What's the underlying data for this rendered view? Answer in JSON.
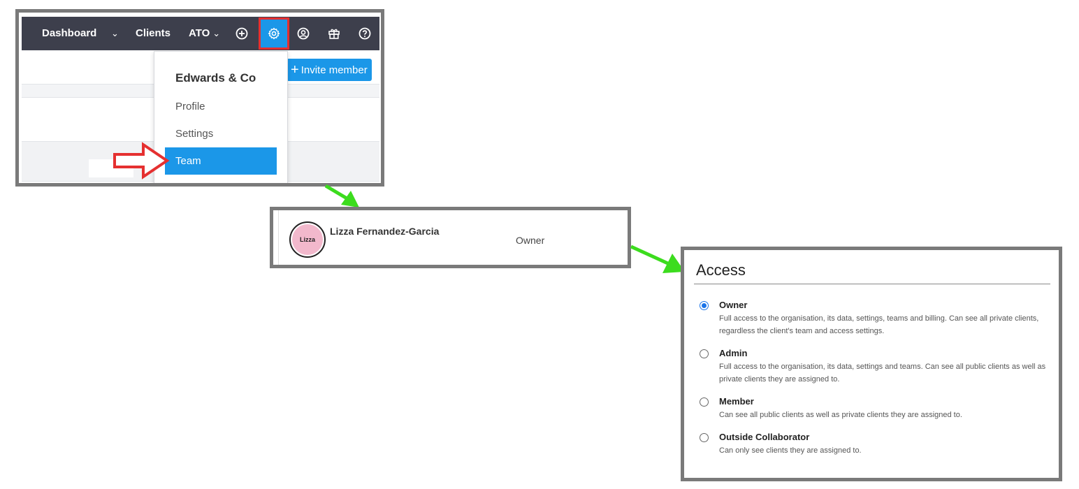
{
  "navbar": {
    "dashboard_label": "Dashboard",
    "dashboard_chevron": "⌄",
    "clients_label": "Clients",
    "ato_label": "ATO",
    "ato_chevron": "⌄",
    "icons": [
      "add-circle-icon",
      "gear-icon",
      "user-circle-icon",
      "gift-icon",
      "help-circle-icon"
    ],
    "accent_color": "#1b97e8",
    "bar_color": "#3d3f4c"
  },
  "invite": {
    "plus": "+",
    "label": "Invite member"
  },
  "dropdown": {
    "org_name": "Edwards & Co",
    "items": [
      {
        "label": "Profile"
      },
      {
        "label": "Settings"
      },
      {
        "label": "Team"
      }
    ]
  },
  "member": {
    "avatar_text": "Lizza",
    "name": "Lizza Fernandez-Garcia",
    "role": "Owner",
    "avatar_color": "#f2b8cc"
  },
  "access": {
    "title": "Access",
    "options": [
      {
        "label": "Owner",
        "description": "Full access to the organisation, its data, settings, teams and billing. Can see all private clients, regardless the client's team and access settings.",
        "selected": true
      },
      {
        "label": "Admin",
        "description": "Full access to the organisation, its data, settings and teams. Can see all public clients as well as private clients they are assigned to.",
        "selected": false
      },
      {
        "label": "Member",
        "description": "Can see all public clients as well as private clients they are assigned to.",
        "selected": false
      },
      {
        "label": "Outside Collaborator",
        "description": "Can only see clients they are assigned to.",
        "selected": false
      }
    ]
  },
  "annotation_colors": {
    "highlight_red": "#e53030",
    "arrow_green": "#3cdc1e"
  }
}
